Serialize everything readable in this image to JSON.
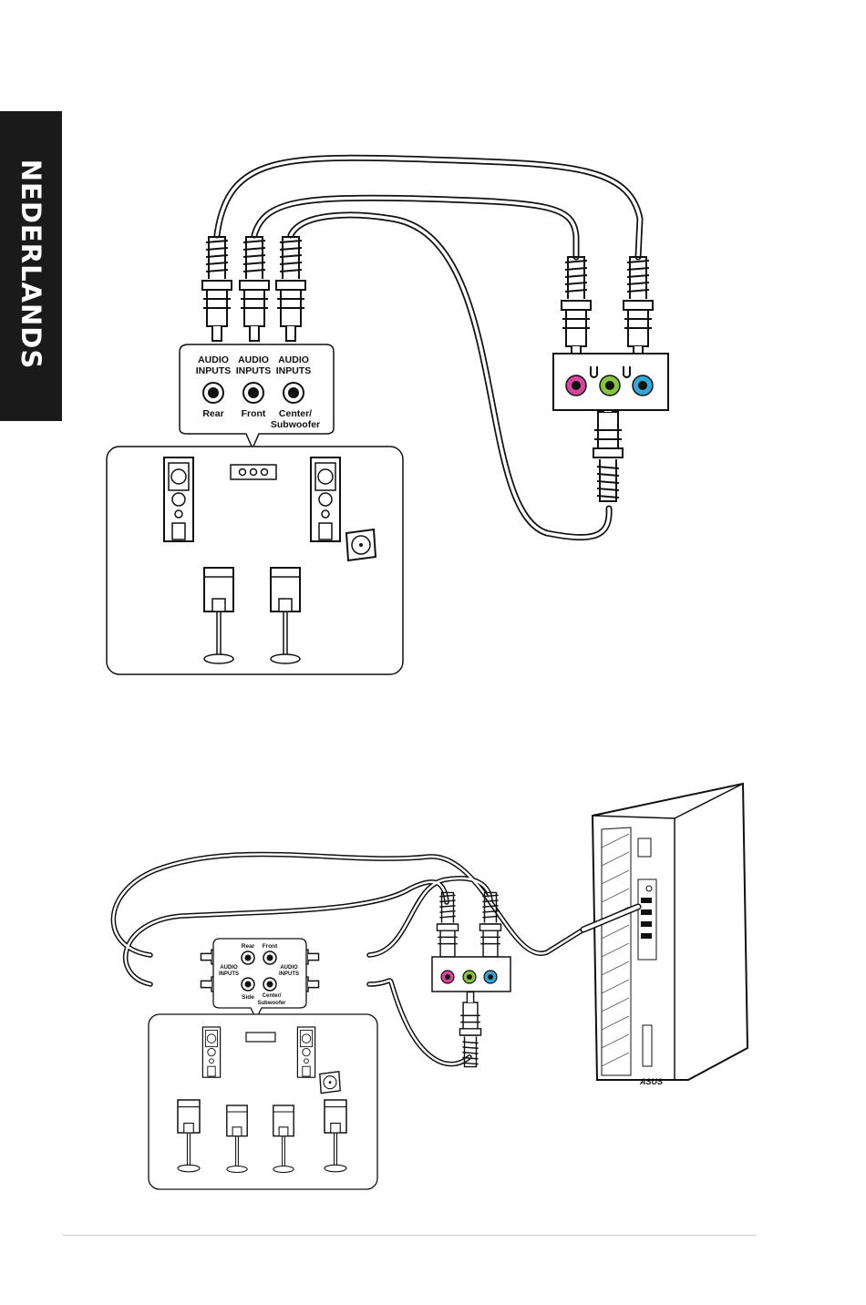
{
  "side_tab": {
    "label": "NEDERLANDS"
  },
  "diagram_top": {
    "inputs": [
      {
        "line1": "AUDIO",
        "line2": "INPUTS",
        "name": "Rear",
        "name2": ""
      },
      {
        "line1": "AUDIO",
        "line2": "INPUTS",
        "name": "Front",
        "name2": ""
      },
      {
        "line1": "AUDIO",
        "line2": "INPUTS",
        "name": "Center/",
        "name2": "Subwoofer"
      }
    ]
  },
  "diagram_bottom": {
    "jacks": {
      "rear": "Rear",
      "front": "Front",
      "side": "Side",
      "center1": "Center/",
      "center2": "Subwoofer"
    },
    "audio_inputs": {
      "line1": "AUDIO",
      "line2": "INPUTS"
    },
    "brand": "ASUS"
  },
  "colors": {
    "pink": "#d6479c",
    "green": "#86c441",
    "blue": "#35a6d6",
    "tab": "#1a1a1a"
  }
}
